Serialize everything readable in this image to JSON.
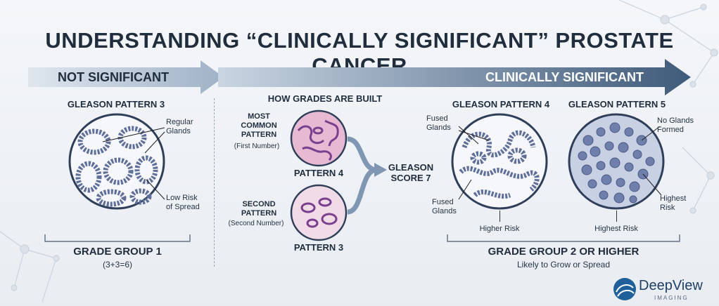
{
  "title": "UNDERSTANDING “CLINICALLY SIGNIFICANT” PROSTATE CANCER",
  "arrows": {
    "not_significant": "NOT SIGNIFICANT",
    "clinically_significant": "CLINICALLY SIGNIFICANT"
  },
  "left": {
    "heading": "GLEASON PATTERN 3",
    "callout_1_line1": "Regular",
    "callout_1_line2": "Glands",
    "callout_2_line1": "Low Risk",
    "callout_2_line2": "of Spread",
    "group": "GRADE GROUP 1",
    "group_sub": "(3+3=6)"
  },
  "middle": {
    "heading": "HOW GRADES ARE BUILT",
    "first_l1": "MOST",
    "first_l2": "COMMON",
    "first_l3": "PATTERN",
    "first_note": "(First Number)",
    "first_pattern": "PATTERN 4",
    "second_l1": "SECOND",
    "second_l2": "PATTERN",
    "second_note": "(Second Number)",
    "second_pattern": "PATTERN 3",
    "score_l1": "GLEASON",
    "score_l2": "SCORE 7"
  },
  "right": {
    "p4_heading": "GLEASON PATTERN 4",
    "p4_fused_top_l1": "Fused",
    "p4_fused_top_l2": "Glands",
    "p4_fused_bot_l1": "Fused",
    "p4_fused_bot_l2": "Glands",
    "p4_risk": "Higher Risk",
    "p5_heading": "GLEASON PATTERN 5",
    "p5_callout_l1": "No Glands",
    "p5_callout_l2": "Formed",
    "p5_side_l1": "Highest",
    "p5_side_l2": "Risk",
    "p5_risk": "Highest Risk",
    "group": "GRADE GROUP 2 OR HIGHER",
    "group_sub": "Likely to Grow or Spread"
  },
  "logo": {
    "name": "DeepView",
    "tagline": "IMAGING"
  },
  "colors": {
    "navy": "#1f2d3d",
    "arrow_light": "#b9c6d6",
    "arrow_dark": "#4a6482",
    "gland_blue": "#5f6f9a",
    "tissue_pink": "#e7b9d3"
  }
}
